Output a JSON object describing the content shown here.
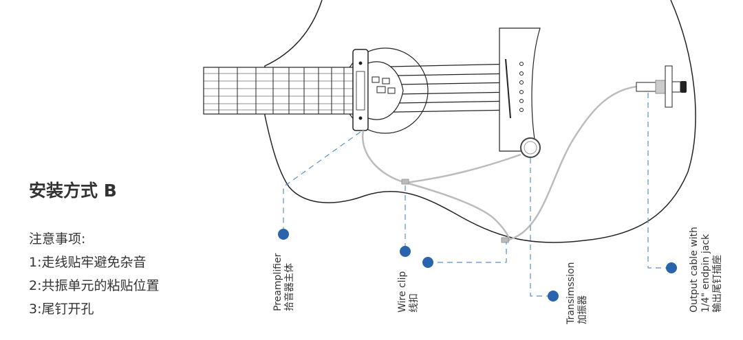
{
  "title": "安装方式 B",
  "notes": {
    "heading": "注意事项:",
    "items": [
      "1:走线贴牢避免杂音",
      "2:共振单元的粘贴位置",
      "3:尾钉开孔"
    ]
  },
  "labels": {
    "preamplifier": {
      "en": "Preamplifier",
      "zh": "拾音器主体"
    },
    "wire_clip": {
      "en": "Wire clip",
      "zh": "线扣"
    },
    "transmission": {
      "en": "Transimssion",
      "zh": "加振器"
    },
    "output": {
      "en1": "Output cable with",
      "en2": "1/4\"   endpin jack",
      "zh": "输出尾钉插座"
    }
  },
  "colors": {
    "outline": "#222222",
    "leader": "#5b8fc7",
    "marker": "#2a64ad",
    "cable": "#bbbbbb"
  }
}
